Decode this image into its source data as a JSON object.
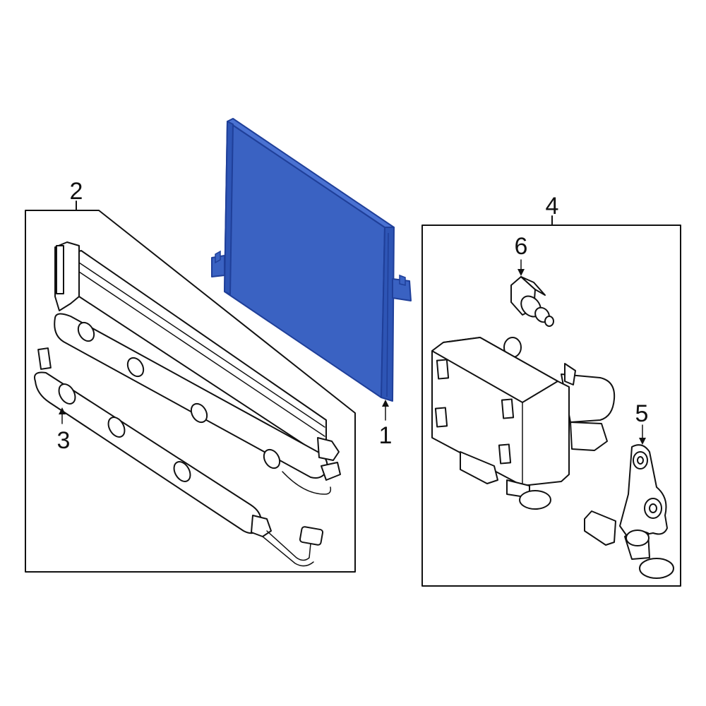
{
  "callouts": {
    "c1": "1",
    "c2": "2",
    "c3": "3",
    "c4": "4",
    "c5": "5",
    "c6": "6"
  },
  "colors": {
    "highlight": "#3a62c2",
    "highlight_dark": "#1f3f99",
    "line": "#111111",
    "background": "#ffffff"
  }
}
